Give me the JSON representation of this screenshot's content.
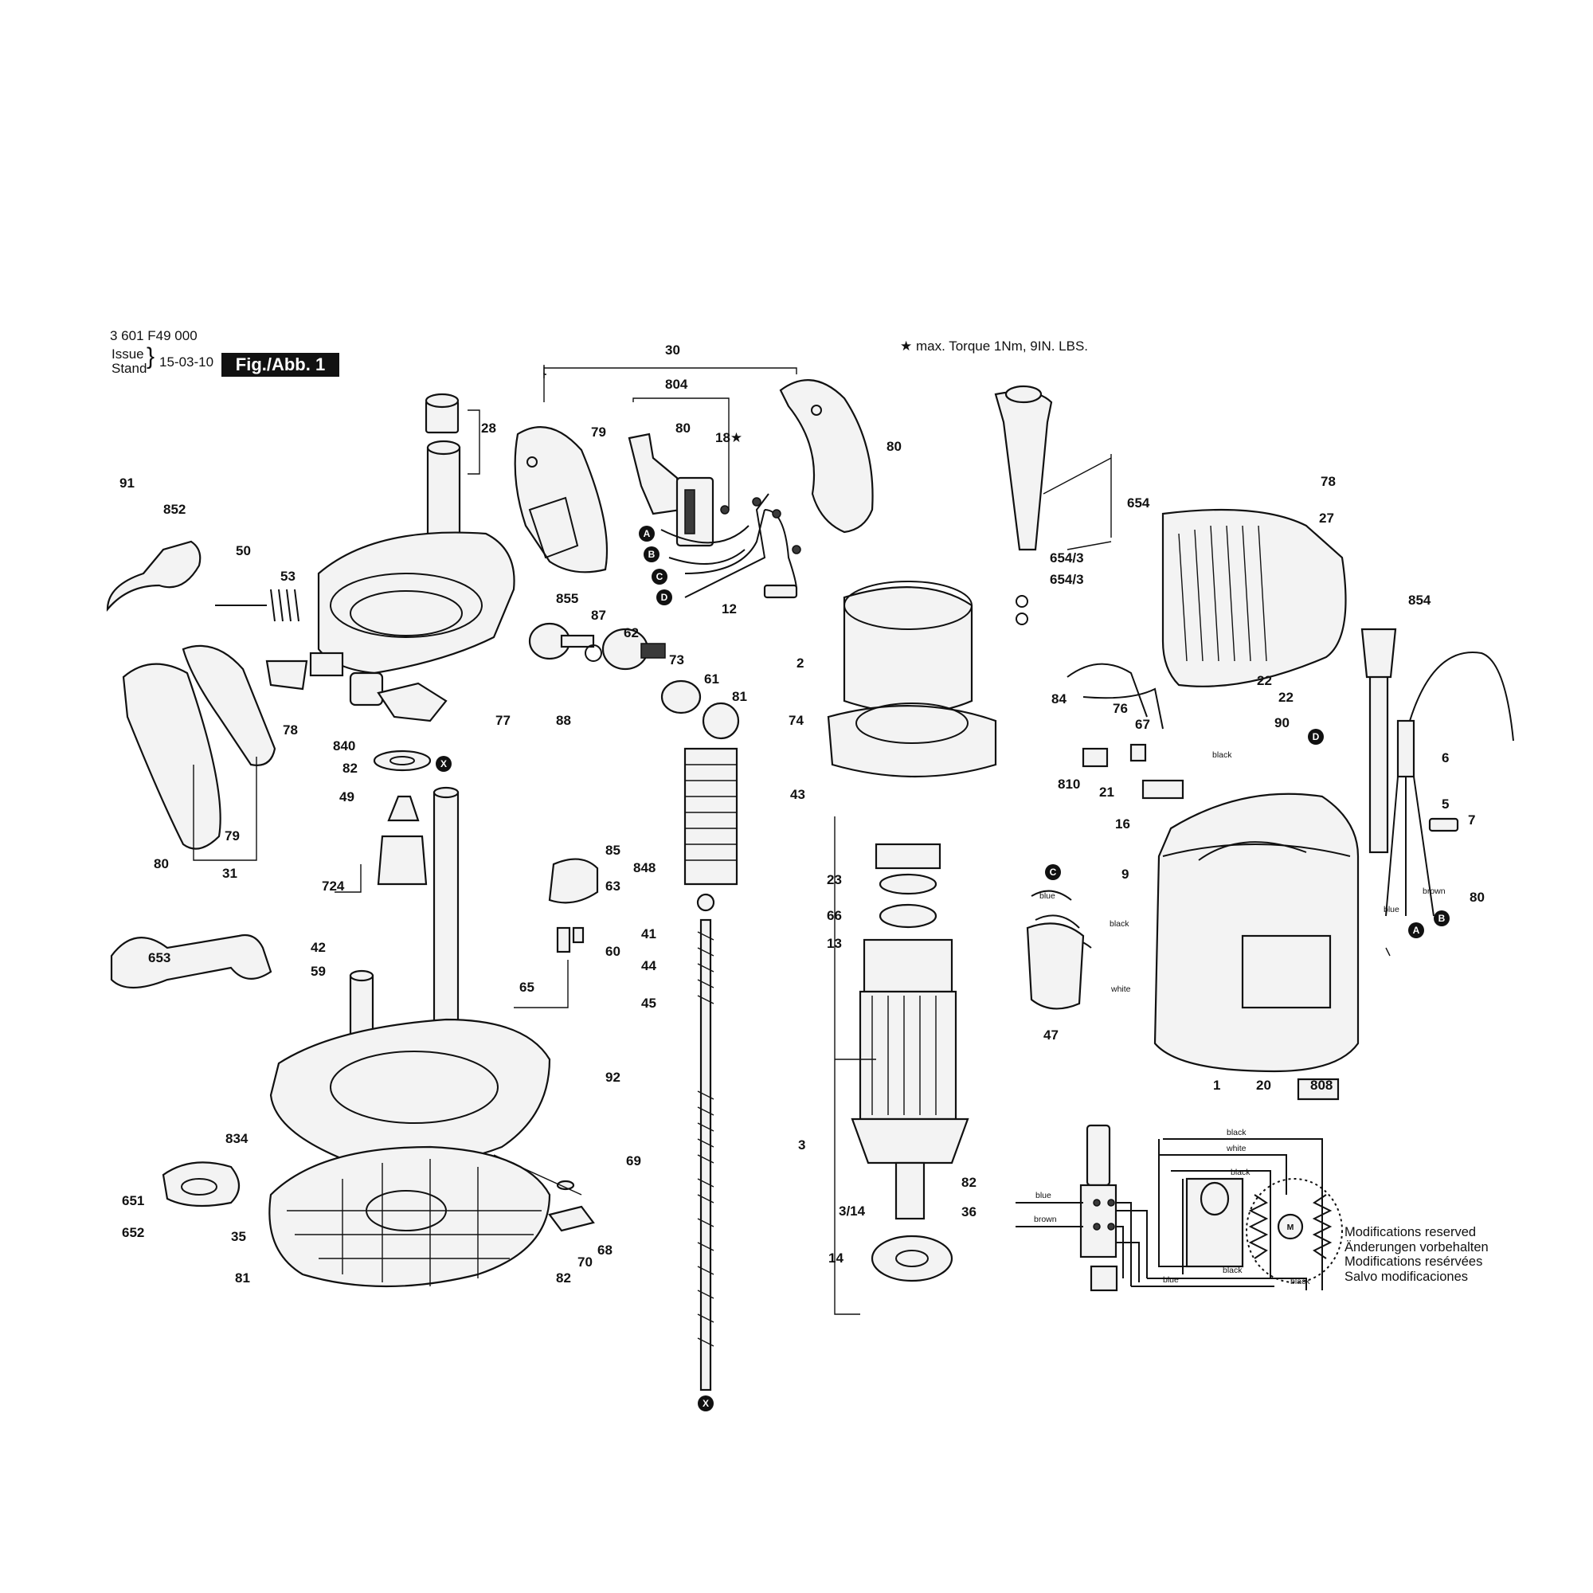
{
  "header": {
    "part_number": "3 601 F49 000",
    "issue_label": "Issue",
    "stand_label": "Stand",
    "date": "15-03-10",
    "figure": "Fig./Abb. 1"
  },
  "note": "★ max. Torque 1Nm,  9IN. LBS.",
  "modifications": [
    "Modifications reserved",
    "Änderungen vorbehalten",
    "Modifications resérvées",
    "Salvo modificaciones"
  ],
  "callouts": {
    "l30": "30",
    "l804": "804",
    "l18": "18★",
    "l28": "28",
    "l79a": "79",
    "l80a": "80",
    "l80b": "80",
    "l91": "91",
    "l852": "852",
    "l50": "50",
    "l53": "53",
    "l654": "654",
    "l6543a": "654/3",
    "l6543b": "654/3",
    "l78a": "78",
    "l27": "27",
    "l12": "12",
    "l855": "855",
    "l87": "87",
    "l62": "62",
    "l73": "73",
    "l61": "61",
    "l81a": "81",
    "l88": "88",
    "l77": "77",
    "l78b": "78",
    "l840": "840",
    "l82a": "82",
    "l49": "49",
    "l79b": "79",
    "l80c": "80",
    "l31": "31",
    "l2": "2",
    "l74": "74",
    "l43": "43",
    "l854": "854",
    "l22a": "22",
    "l22b": "22",
    "l90": "90",
    "l84": "84",
    "l76": "76",
    "l67": "67",
    "l810": "810",
    "l21": "21",
    "l16": "16",
    "l6": "6",
    "l5": "5",
    "l7": "7",
    "l80d": "80",
    "l9": "9",
    "l724": "724",
    "l848": "848",
    "l85": "85",
    "l63": "63",
    "l23": "23",
    "l66": "66",
    "l13": "13",
    "l41": "41",
    "l44": "44",
    "l45": "45",
    "l60": "60",
    "l65": "65",
    "l42": "42",
    "l59": "59",
    "l653": "653",
    "l47": "47",
    "l1": "1",
    "l20": "20",
    "l808": "808",
    "l92": "92",
    "l834": "834",
    "l3": "3",
    "l69": "69",
    "l82b": "82",
    "l36": "36",
    "l651": "651",
    "l652": "652",
    "l314": "3/14",
    "l35": "35",
    "l68": "68",
    "l70": "70",
    "l14": "14",
    "l81b": "81",
    "l82c": "82"
  },
  "connectors": {
    "a": "A",
    "b": "B",
    "c": "C",
    "d": "D",
    "x": "X"
  },
  "wire_labels": {
    "black_90": "black",
    "blue_c": "blue",
    "black_c": "black",
    "white_c": "white",
    "blue_6": "blue",
    "brown_6": "brown",
    "sch_black_top": "black",
    "sch_white": "white",
    "sch_black_mid": "black",
    "sch_blue_in": "blue",
    "sch_brown_in": "brown",
    "sch_blue_bot": "blue",
    "sch_black_bot": "black",
    "sch_black_right": "black",
    "sch_motor": "M"
  }
}
